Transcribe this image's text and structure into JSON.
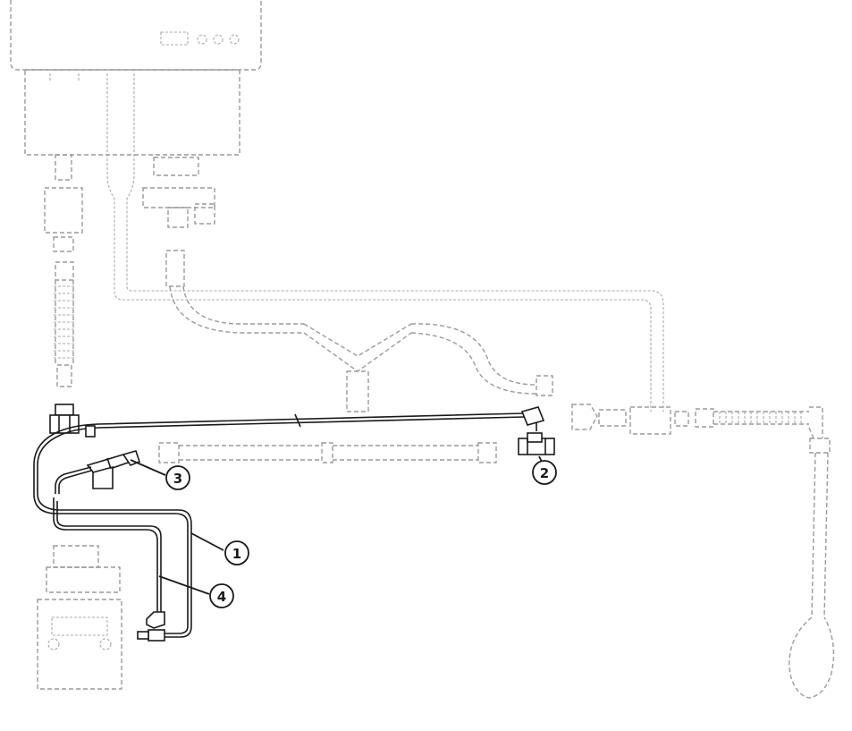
{
  "callouts": [
    {
      "id": "1",
      "label": "1"
    },
    {
      "id": "2",
      "label": "2"
    },
    {
      "id": "3",
      "label": "3"
    },
    {
      "id": "4",
      "label": "4"
    }
  ],
  "colors": {
    "highlight_lines": "#1a1a1a",
    "ghost_lines": "#9a9a9a",
    "background": "#ffffff"
  }
}
